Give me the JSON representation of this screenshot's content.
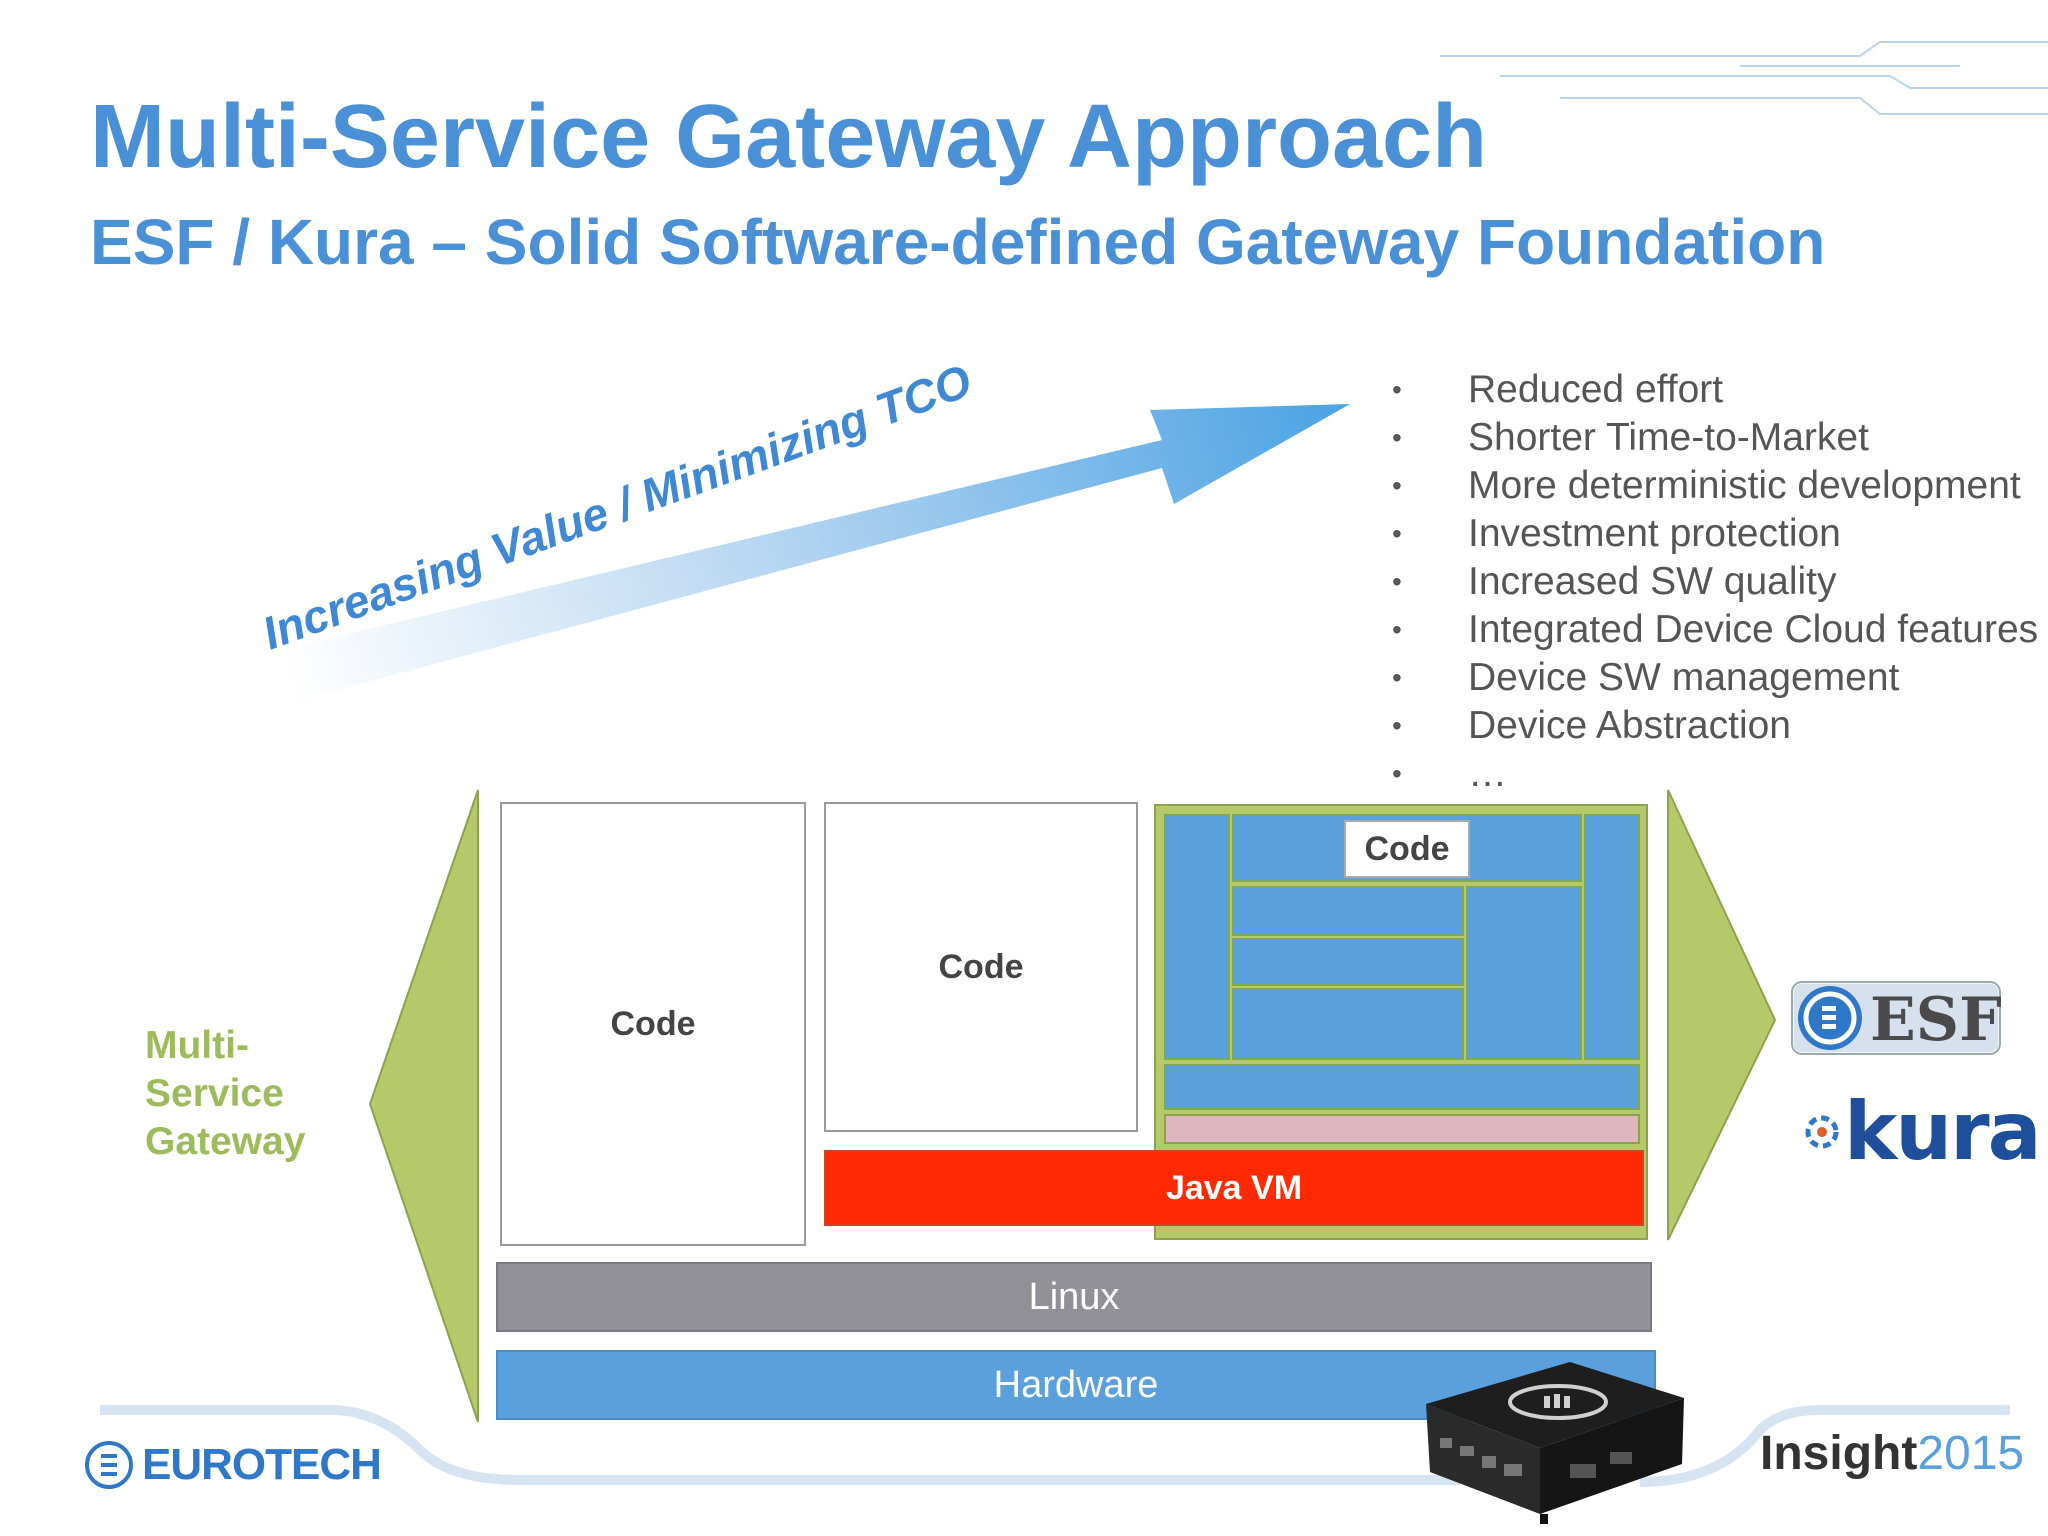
{
  "title": "Multi-Service Gateway Approach",
  "subtitle": "ESF / Kura – Solid Software-defined Gateway Foundation",
  "arrow_label": "Increasing Value / Minimizing TCO",
  "bullets": [
    "Reduced effort",
    "Shorter Time-to-Market",
    "More deterministic development",
    "Investment protection",
    "Increased SW quality",
    "Integrated Device Cloud features",
    "Device SW management",
    "Device Abstraction",
    "…"
  ],
  "bullet_symbol": "•",
  "diagram": {
    "code_label": "Code",
    "java_vm": "Java VM",
    "linux": "Linux",
    "hardware": "Hardware",
    "side_label_lines": [
      "Multi-",
      "Service",
      "Gateway"
    ]
  },
  "logos": {
    "esf": "ESF",
    "kura": "kura",
    "eurotech": "EUROTECH",
    "insight_word": "Insight",
    "insight_year": "2015"
  },
  "colors": {
    "title_blue": "#4a90d6",
    "green": "#b5c96a",
    "blue_block": "#5aa0dc",
    "java_red": "#ff2a00",
    "linux_gray": "#929097",
    "pink": "#ddb6c0"
  }
}
